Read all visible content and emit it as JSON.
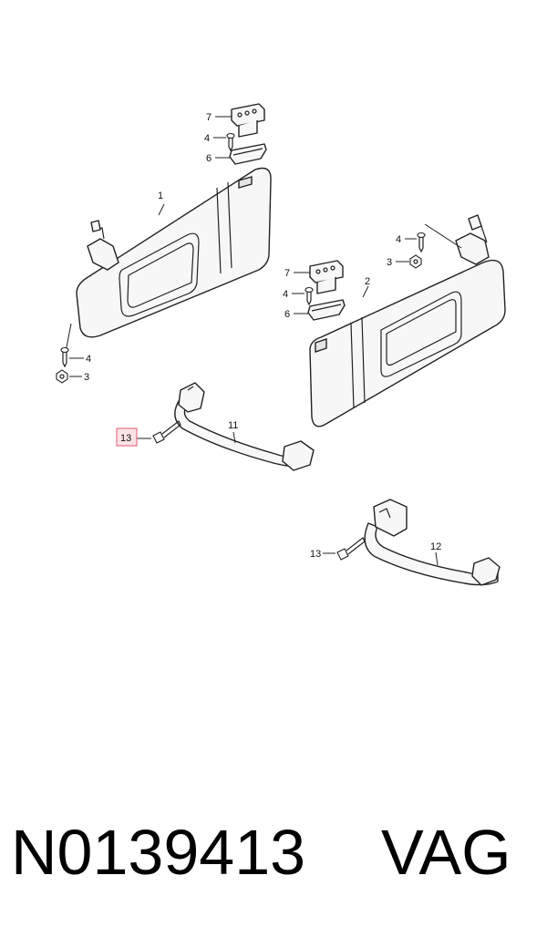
{
  "diagram": {
    "callouts": {
      "c1": "1",
      "c2": "2",
      "c3a": "3",
      "c3b": "3",
      "c4a": "4",
      "c4b": "4",
      "c4c": "4",
      "c4d": "4",
      "c6a": "6",
      "c6b": "6",
      "c7a": "7",
      "c7b": "7",
      "c11": "11",
      "c12": "12",
      "c13a": "13",
      "c13b": "13"
    },
    "highlight_color": "#e05a72"
  },
  "caption": {
    "part_number": "N0139413",
    "brand": "VAG"
  }
}
